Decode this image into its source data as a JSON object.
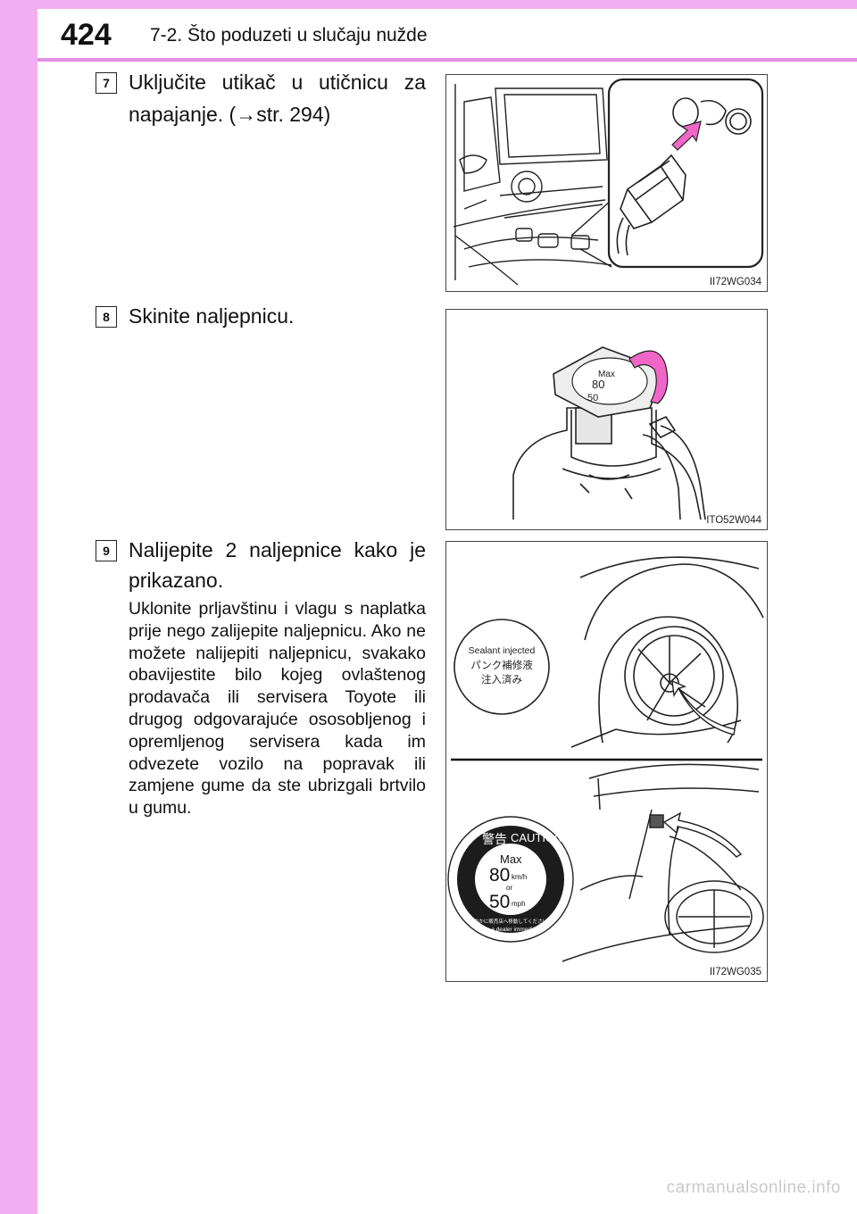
{
  "header": {
    "page_number": "424",
    "section_title": "7-2. Što poduzeti u slučaju nužde"
  },
  "steps": [
    {
      "number": "7",
      "text_line1": "Uključite utikač u utičnicu za",
      "text_line2": "napajanje. (→str. 294)",
      "figure_code": "II72WG034"
    },
    {
      "number": "8",
      "text": "Skinite naljepnicu.",
      "figure_code": "ITO52W044",
      "figure_labels": [
        "Max",
        "80",
        "50"
      ]
    },
    {
      "number": "9",
      "text_line1": "Nalijepite 2 naljepnice kako je",
      "text_line2": "prikazano.",
      "note": "Uklonite prljavštinu i vlagu s naplatka prije nego zalijepite naljepnicu. Ako ne možete nalijepiti naljepnicu, svakako obavijestite bilo kojeg ovlaštenog prodavača ili servisera Toyote ili drugog odgovarajuće ososobljenog i opremljenog servisera kada im odvezete vozilo na popravak ili zamjene gume da ste ubrizgali brtvilo u gumu.",
      "figure_code": "II72WG035",
      "sticker_wheel": {
        "line1": "Sealant injected",
        "line2": "パンク補修液",
        "line3": "注入済み"
      },
      "sticker_caution": {
        "warning_jp": "警告",
        "caution": "CAUTION",
        "max": "Max",
        "speed_kmh": "80",
        "unit_kmh": "km/h",
        "or": "or",
        "speed_mph": "50",
        "unit_mph": "mph",
        "dealer_jp": "速やかに販売店へ移動してください。",
        "dealer_en": "Go to a dealer immediately."
      }
    }
  ],
  "watermark": "carmanualsonline.info"
}
